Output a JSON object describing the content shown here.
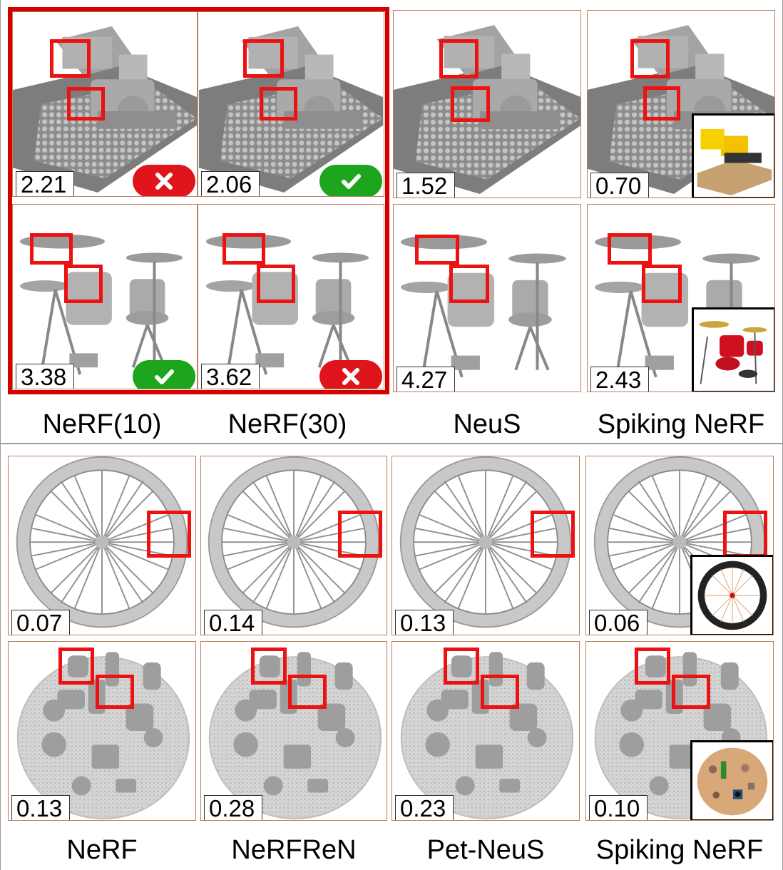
{
  "top": {
    "scores": {
      "nerf10": [
        "2.21",
        "3.38"
      ],
      "nerf30": [
        "2.06",
        "3.62"
      ],
      "neus": [
        "1.52",
        "4.27"
      ],
      "spiking": [
        "0.70",
        "2.43"
      ]
    },
    "labels": [
      "NeRF(10)",
      "NeRF(30)",
      "NeuS",
      "Spiking NeRF"
    ],
    "badges": {
      "nerf10_row1": "cross-icon",
      "nerf30_row1": "check-icon",
      "nerf10_row2": "check-icon",
      "nerf30_row2": "cross-icon"
    }
  },
  "bottom": {
    "scores": {
      "nerf": [
        "0.07",
        "0.13"
      ],
      "nerfren": [
        "0.14",
        "0.28"
      ],
      "petneus": [
        "0.13",
        "0.23"
      ],
      "spiking": [
        "0.06",
        "0.10"
      ]
    },
    "labels": [
      "NeRF",
      "NeRFReN",
      "Pet-NeuS",
      "Spiking NeRF"
    ]
  },
  "colors": {
    "roi": "#ee1111",
    "highlight": "#d40000",
    "bad": "#e0141b",
    "good": "#1ea51e",
    "cell_border": "#b9805a"
  }
}
